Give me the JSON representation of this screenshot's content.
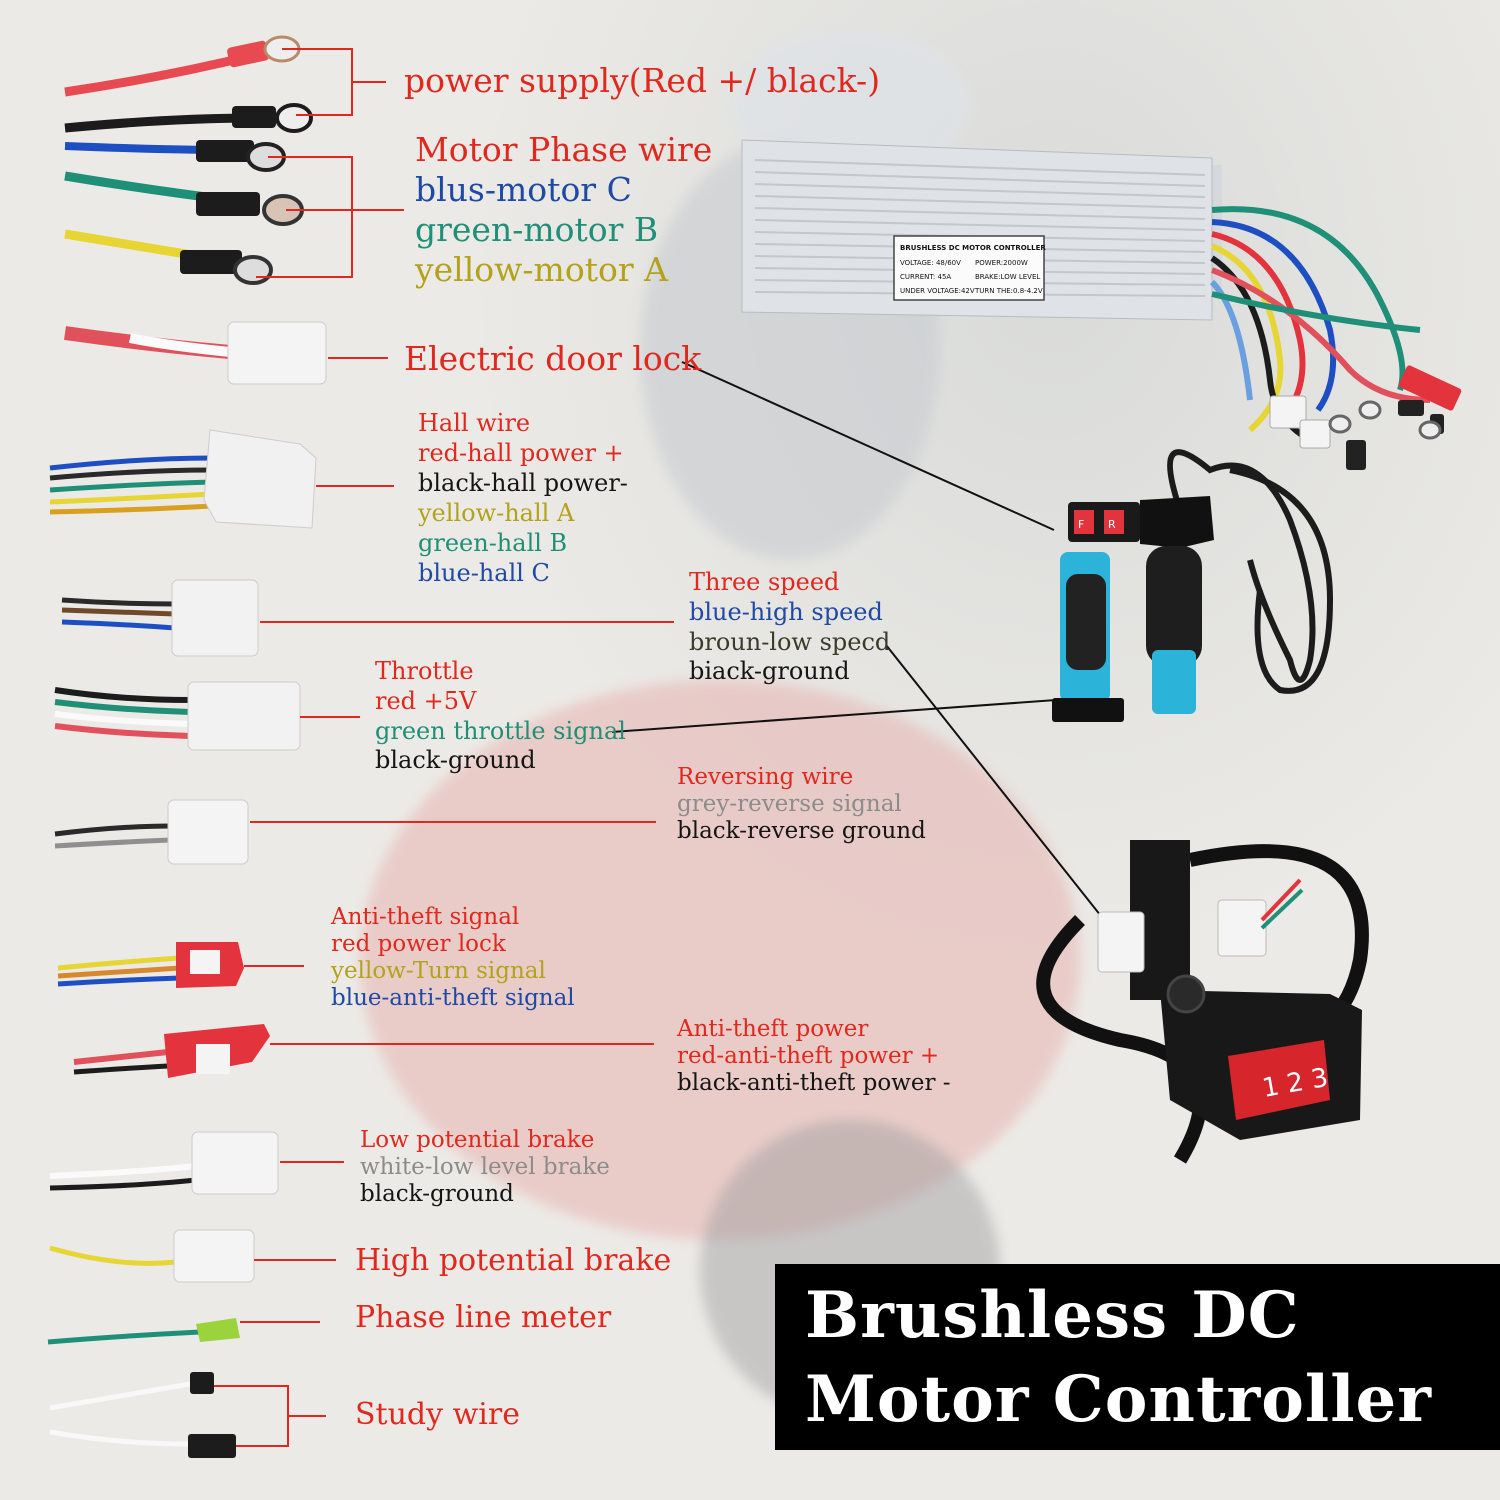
{
  "labels": {
    "power_supply": "power supply(Red +/ black-)",
    "motor_phase": {
      "title": "Motor Phase wire",
      "blue": "blus-motor C",
      "green": "green-motor B",
      "yellow": "yellow-motor A"
    },
    "door_lock": "Electric door lock",
    "hall": {
      "title": "Hall wire",
      "red": "red-hall power +",
      "black": "black-hall power-",
      "yellow": "yellow-hall A",
      "green": "green-hall B",
      "blue": "blue-hall C"
    },
    "three_speed": {
      "title": "Three speed",
      "blue": "blue-high speed",
      "brown": "broun-low specd",
      "black": "biack-ground"
    },
    "throttle": {
      "title": "Throttle",
      "red": "red +5V",
      "green": "green throttle signal",
      "black": "black-ground"
    },
    "reversing": {
      "title": "Reversing wire",
      "grey": "grey-reverse signal",
      "black": "black-reverse ground"
    },
    "anti_theft_signal": {
      "title": "Anti-theft signal",
      "red": "red power lock",
      "yellow": "yellow-Turn signal",
      "blue": "blue-anti-theft signal"
    },
    "anti_theft_power": {
      "title": "Anti-theft power",
      "red": "red-anti-theft power +",
      "black": "black-anti-theft power -"
    },
    "low_brake": {
      "title": "Low potential brake",
      "white": "white-low level brake",
      "black": "black-ground"
    },
    "high_brake": "High potential brake",
    "phase_meter": "Phase line meter",
    "study_wire": "Study wire"
  },
  "controller_plate": {
    "title": "BRUSHLESS DC MOTOR CONTROLLER",
    "voltage": "VOLTAGE: 48/60V",
    "power": "POWER:2000W",
    "current": "CURRENT: 45A",
    "brake": "BRAKE:LOW LEVEL",
    "under_voltage": "UNDER VOLTAGE:42V",
    "turn": "TURN THE:0.8-4.2V"
  },
  "switch": {
    "left_button": "F",
    "right_button": "R",
    "speed_button": "1 2 3"
  },
  "title": {
    "line1": "Brushless DC",
    "line2": "Motor Controller"
  },
  "colors": {
    "label_red": "#e0281e",
    "label_blue": "#1f49a6",
    "label_green": "#1f8f78",
    "label_yellow": "#b3a21a",
    "title_bg": "#000000",
    "title_text": "#ffffff"
  }
}
